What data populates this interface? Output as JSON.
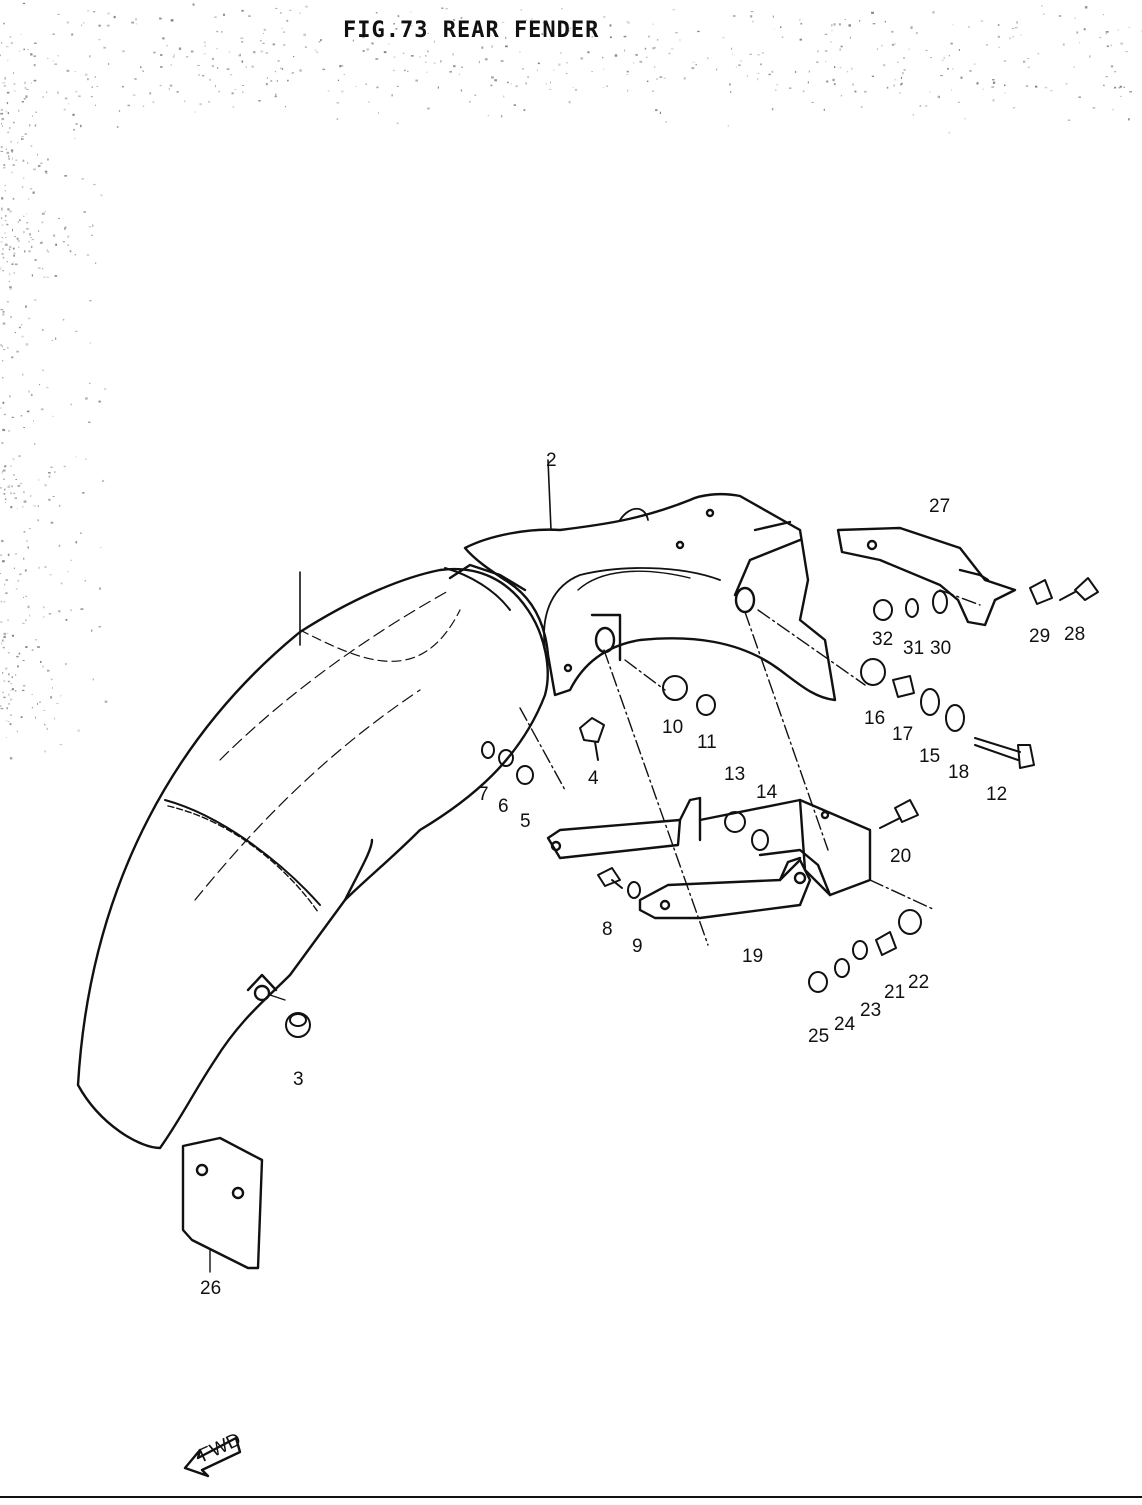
{
  "title": "FIG.73  REAR FENDER",
  "colors": {
    "ink": "#111111",
    "paper": "#ffffff"
  },
  "fwd_badge": "FWD",
  "callouts": [
    {
      "id": "1",
      "label": ""
    },
    {
      "id": "2",
      "label": "2"
    },
    {
      "id": "3",
      "label": "3"
    },
    {
      "id": "4",
      "label": "4"
    },
    {
      "id": "5",
      "label": "5"
    },
    {
      "id": "6",
      "label": "6"
    },
    {
      "id": "7",
      "label": "7"
    },
    {
      "id": "8",
      "label": "8"
    },
    {
      "id": "9",
      "label": "9"
    },
    {
      "id": "10",
      "label": "10"
    },
    {
      "id": "11",
      "label": "11"
    },
    {
      "id": "12",
      "label": "12"
    },
    {
      "id": "13",
      "label": "13"
    },
    {
      "id": "14",
      "label": "14"
    },
    {
      "id": "15",
      "label": "15"
    },
    {
      "id": "16",
      "label": "16"
    },
    {
      "id": "17",
      "label": "17"
    },
    {
      "id": "18",
      "label": "18"
    },
    {
      "id": "19",
      "label": "19"
    },
    {
      "id": "20",
      "label": "20"
    },
    {
      "id": "21",
      "label": "21"
    },
    {
      "id": "22",
      "label": "22"
    },
    {
      "id": "23",
      "label": "23"
    },
    {
      "id": "24",
      "label": "24"
    },
    {
      "id": "25",
      "label": "25"
    },
    {
      "id": "26",
      "label": "26"
    },
    {
      "id": "27",
      "label": "27"
    },
    {
      "id": "28",
      "label": "28"
    },
    {
      "id": "29",
      "label": "29"
    },
    {
      "id": "30",
      "label": "30"
    },
    {
      "id": "31",
      "label": "31"
    },
    {
      "id": "32",
      "label": "32"
    }
  ]
}
